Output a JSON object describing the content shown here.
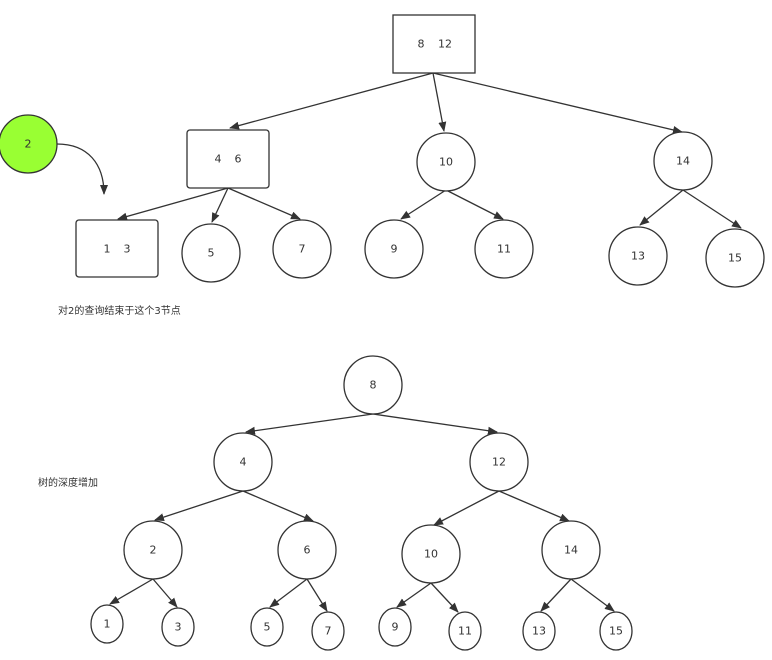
{
  "colors": {
    "stroke": "#333333",
    "node_fill": "#ffffff",
    "highlight_fill": "#99ff33",
    "text": "#333333"
  },
  "top_tree": {
    "root": {
      "a": "8",
      "b": "12"
    },
    "left": {
      "a": "4",
      "b": "6"
    },
    "leaf_13": {
      "a": "1",
      "b": "3"
    },
    "n5": "5",
    "n7": "7",
    "n10": "10",
    "n9": "9",
    "n11": "11",
    "n14": "14",
    "n13": "13",
    "n15": "15",
    "insert_key": "2",
    "caption": "对2的查询结束于这个3节点"
  },
  "bottom_tree": {
    "n8": "8",
    "n4": "4",
    "n12": "12",
    "n2": "2",
    "n6": "6",
    "n10": "10",
    "n14": "14",
    "n1": "1",
    "n3": "3",
    "n5": "5",
    "n7": "7",
    "n9": "9",
    "n11": "11",
    "n13": "13",
    "n15": "15",
    "caption": "树的深度增加"
  }
}
